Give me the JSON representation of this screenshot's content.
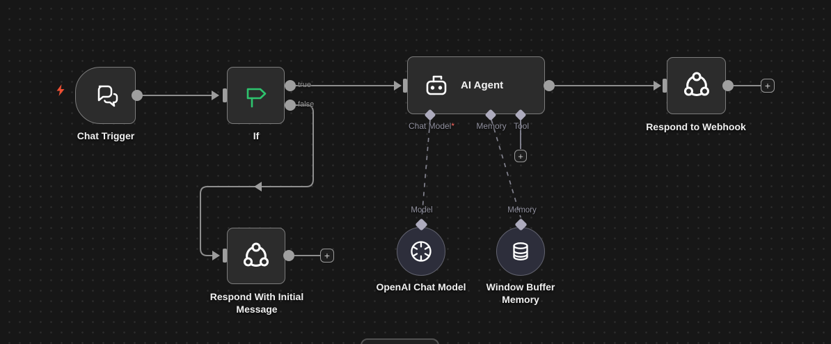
{
  "workflow": {
    "nodes": {
      "chat_trigger": {
        "title": "Chat Trigger"
      },
      "if": {
        "title": "If",
        "output_true": "true",
        "output_false": "false"
      },
      "ai_agent": {
        "title": "AI Agent",
        "port_chat_model": "Chat Model",
        "port_chat_model_required": "*",
        "port_memory": "Memory",
        "port_tool": "Tool"
      },
      "respond_webhook": {
        "title": "Respond to Webhook"
      },
      "respond_initial": {
        "title_line1": "Respond With Initial",
        "title_line2": "Message"
      },
      "openai_chat_model": {
        "port_label": "Model",
        "title": "OpenAI Chat Model"
      },
      "window_buffer_memory": {
        "port_label": "Memory",
        "title_line1": "Window Buffer",
        "title_line2": "Memory"
      }
    },
    "ui": {
      "plus": "+"
    },
    "colors": {
      "background": "#171717",
      "grid_dot": "#2d2d2d",
      "node_fill": "#2c2c2c",
      "node_border": "#7d7d7d",
      "subnode_fill": "#2d2e3b",
      "wire": "#8e8e8e",
      "port": "#9f9f9f",
      "diamond": "#adabbd",
      "accent_green": "#2ec46e",
      "trigger_bolt_red": "#ee4f33",
      "required_asterisk_red": "#ff6b63",
      "port_label_gray": "#9292a0",
      "title_text": "#f0f0f0"
    }
  }
}
